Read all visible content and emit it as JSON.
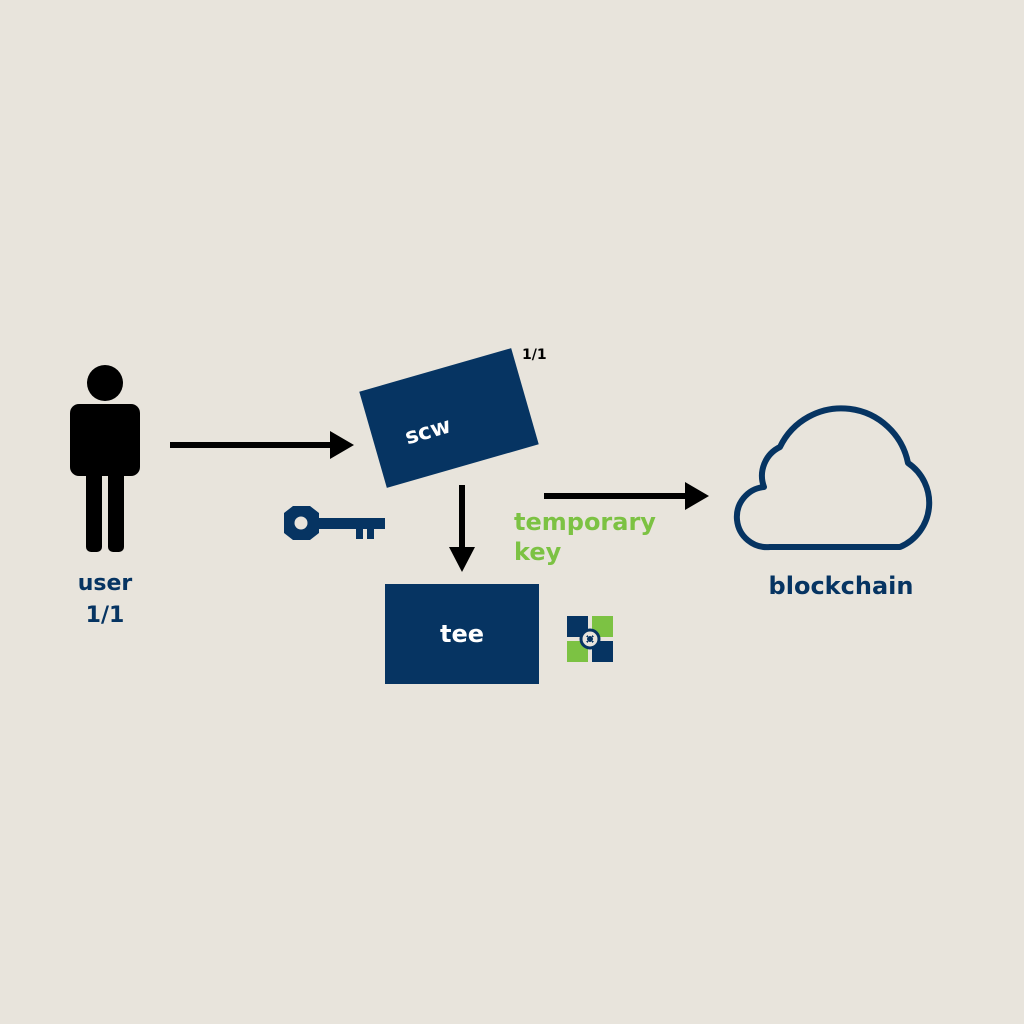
{
  "colors": {
    "background": "#e8e4dc",
    "navy": "#063462",
    "green": "#7cc243",
    "black": "#000000"
  },
  "user": {
    "icon": "person-icon",
    "label_line1": "user",
    "label_line2": "1/1"
  },
  "scw": {
    "label": "scw",
    "badge": "1/1"
  },
  "key": {
    "icon": "key-icon",
    "label_line1": "temporary",
    "label_line2": "key"
  },
  "tee": {
    "label": "tee",
    "icon": "tee-chip-icon"
  },
  "blockchain": {
    "icon": "cloud-icon",
    "label": "blockchain"
  }
}
